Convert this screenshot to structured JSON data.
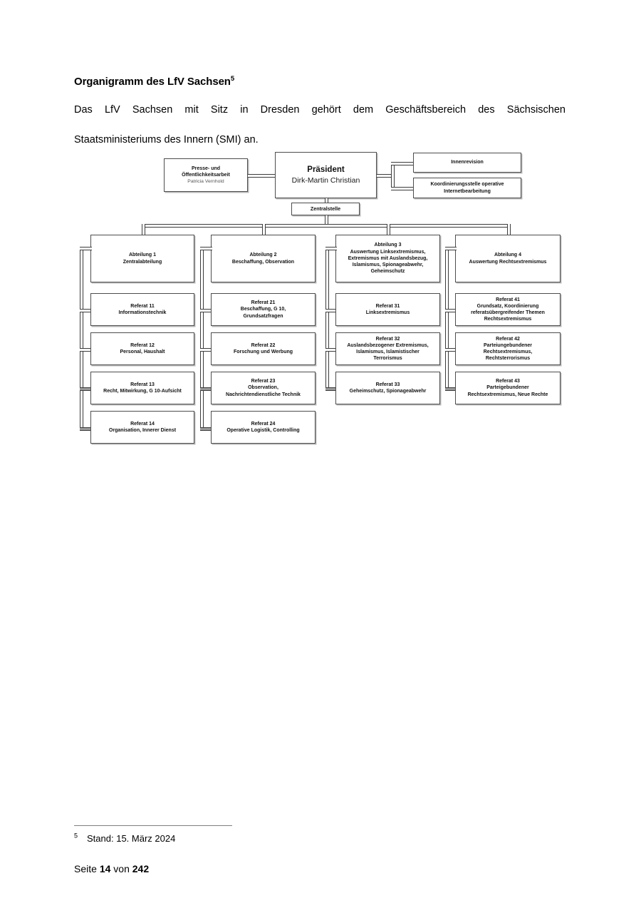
{
  "document": {
    "title": "Organigramm des LfV Sachsen",
    "title_footnote_marker": "5",
    "intro_line_1": "Das LfV Sachsen mit Sitz in Dresden gehört dem Geschäftsbereich des Sächsischen",
    "intro_line_2": "Staatsministeriums des Innern (SMI) an.",
    "footnote_marker": "5",
    "footnote_text": "Stand: 15. März 2024",
    "footer_prefix": "Seite",
    "footer_page": "14",
    "footer_middle": "von",
    "footer_total": "242"
  },
  "colors": {
    "box_border": "#4d4d4d",
    "box_shadow": "#b9b9b9",
    "connector": "#3b3b3b",
    "connector_light": "#9a9a9a",
    "text": "#111111",
    "name_text": "#555555",
    "page_background": "#ffffff"
  },
  "chart_data": {
    "type": "diagram",
    "title": "Organigramm des LfV Sachsen",
    "nodes": {
      "presse": {
        "line1": "Presse- und",
        "line2": "Öffentlichkeitsarbeit",
        "name": "Patricia Vernhold"
      },
      "praesident": {
        "role": "Präsident",
        "name": "Dirk-Martin Christian"
      },
      "innenrevision": {
        "line1": "Innenrevision"
      },
      "koordinierungsstelle": {
        "line1": "Koordinierungsstelle operative",
        "line2": "Internetbearbeitung"
      },
      "zentralstelle": {
        "line1": "Zentralstelle"
      }
    },
    "departments": [
      {
        "id": "abteilung-1",
        "lines": [
          "Abteilung 1",
          "Zentralabteilung"
        ],
        "units": [
          {
            "id": "referat-11",
            "lines": [
              "Referat 11",
              "Informationstechnik"
            ]
          },
          {
            "id": "referat-12",
            "lines": [
              "Referat 12",
              "Personal, Haushalt"
            ]
          },
          {
            "id": "referat-13",
            "lines": [
              "Referat 13",
              "Recht, Mitwirkung, G 10-Aufsicht"
            ]
          },
          {
            "id": "referat-14",
            "lines": [
              "Referat 14",
              "Organisation, Innerer Dienst"
            ]
          }
        ]
      },
      {
        "id": "abteilung-2",
        "lines": [
          "Abteilung 2",
          "Beschaffung, Observation"
        ],
        "units": [
          {
            "id": "referat-21",
            "lines": [
              "Referat 21",
              "Beschaffung, G 10,",
              "Grundsatzfragen"
            ]
          },
          {
            "id": "referat-22",
            "lines": [
              "Referat 22",
              "Forschung und Werbung"
            ]
          },
          {
            "id": "referat-23",
            "lines": [
              "Referat 23",
              "Observation,",
              "Nachrichtendienstliche Technik"
            ]
          },
          {
            "id": "referat-24",
            "lines": [
              "Referat 24",
              "Operative Logistik, Controlling"
            ]
          }
        ]
      },
      {
        "id": "abteilung-3",
        "lines": [
          "Abteilung 3",
          "Auswertung Linksextremismus,",
          "Extremismus mit Auslandsbezug,",
          "Islamismus, Spionageabwehr,",
          "Geheimschutz"
        ],
        "units": [
          {
            "id": "referat-31",
            "lines": [
              "Referat 31",
              "Linksextremismus"
            ]
          },
          {
            "id": "referat-32",
            "lines": [
              "Referat 32",
              "Auslandsbezogener Extremismus,",
              "Islamismus, Islamistischer",
              "Terrorismus"
            ]
          },
          {
            "id": "referat-33",
            "lines": [
              "Referat 33",
              "Geheimschutz, Spionageabwehr"
            ]
          }
        ]
      },
      {
        "id": "abteilung-4",
        "lines": [
          "Abteilung 4",
          "Auswertung Rechtsextremismus"
        ],
        "units": [
          {
            "id": "referat-41",
            "lines": [
              "Referat 41",
              "Grundsatz, Koordinierung",
              "referatsübergreifender Themen",
              "Rechtsextremismus"
            ]
          },
          {
            "id": "referat-42",
            "lines": [
              "Referat 42",
              "Parteiungebundener",
              "Rechtsextremismus,",
              "Rechtsterrorismus"
            ]
          },
          {
            "id": "referat-43",
            "lines": [
              "Referat 43",
              "Parteigebundener",
              "Rechtsextremismus, Neue Rechte"
            ]
          }
        ]
      }
    ]
  }
}
